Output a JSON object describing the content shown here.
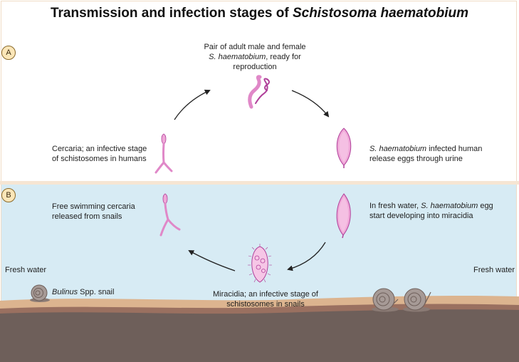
{
  "title": {
    "prefix": "Transmission and infection stages of ",
    "species": "Schistosoma haematobium"
  },
  "panels": {
    "a_label": "A",
    "b_label": "B"
  },
  "stages": {
    "adult_pair": {
      "part1": "Pair of adult male and female ",
      "part2": "S. haematobium",
      "part3": ", ready for reproduction"
    },
    "egg_release": {
      "part1": "S. haematobium",
      "part2": " infected human release eggs through urine"
    },
    "egg_water": {
      "part1": "In fresh water, ",
      "part2": "S. haematobium",
      "part3": " egg start developing into miracidia"
    },
    "miracidia": "Miracidia; an infective stage of schistosomes in snails",
    "free_cercaria": "Free swimming cercaria released from snails",
    "cercaria_human": "Cercaria; an infective stage of schistosomes in humans"
  },
  "environment": {
    "fresh_water_left": "Fresh water",
    "fresh_water_right": "Fresh water",
    "snail": {
      "genus": "Bulinus",
      "rest": " Spp. snail"
    }
  },
  "colors": {
    "water": "#d7ebf4",
    "sand": "#dcb48f",
    "soil_dark": "#6e5f5a",
    "parasite": "#e088c8",
    "parasite_dark": "#b0409a",
    "badge": "#fbe6b8",
    "arrow": "#222222"
  },
  "icons": [
    "adult-worm-pair-icon",
    "egg-icon",
    "miracidium-icon",
    "cercaria-icon",
    "snail-icon",
    "cycle-arrow-icon"
  ]
}
